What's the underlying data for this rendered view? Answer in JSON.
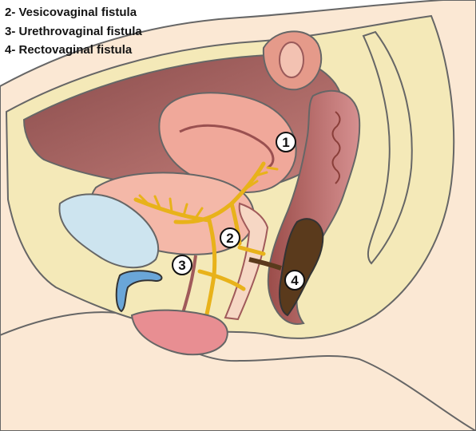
{
  "legend": {
    "items": [
      {
        "label": "2- Vesicovaginal fistula"
      },
      {
        "label": "3- Urethrovaginal fistula"
      },
      {
        "label": "4- Rectovaginal fistula"
      }
    ]
  },
  "markers": [
    "1",
    "2",
    "3",
    "4"
  ],
  "colors": {
    "skin": "#fbe8d4",
    "pelvis_wall": "#f4e9b8",
    "cavity": "#9a5a5a",
    "uterus": "#f0a89a",
    "bladder": "#f4b8a8",
    "fistula_tracts": "#e8b21a",
    "rectum_lumen": "#5a3a1c",
    "pubic_bone": "#cde4ef",
    "urethra": "#6aa6d8",
    "labia": "#e88e92",
    "outline": "#555555"
  }
}
